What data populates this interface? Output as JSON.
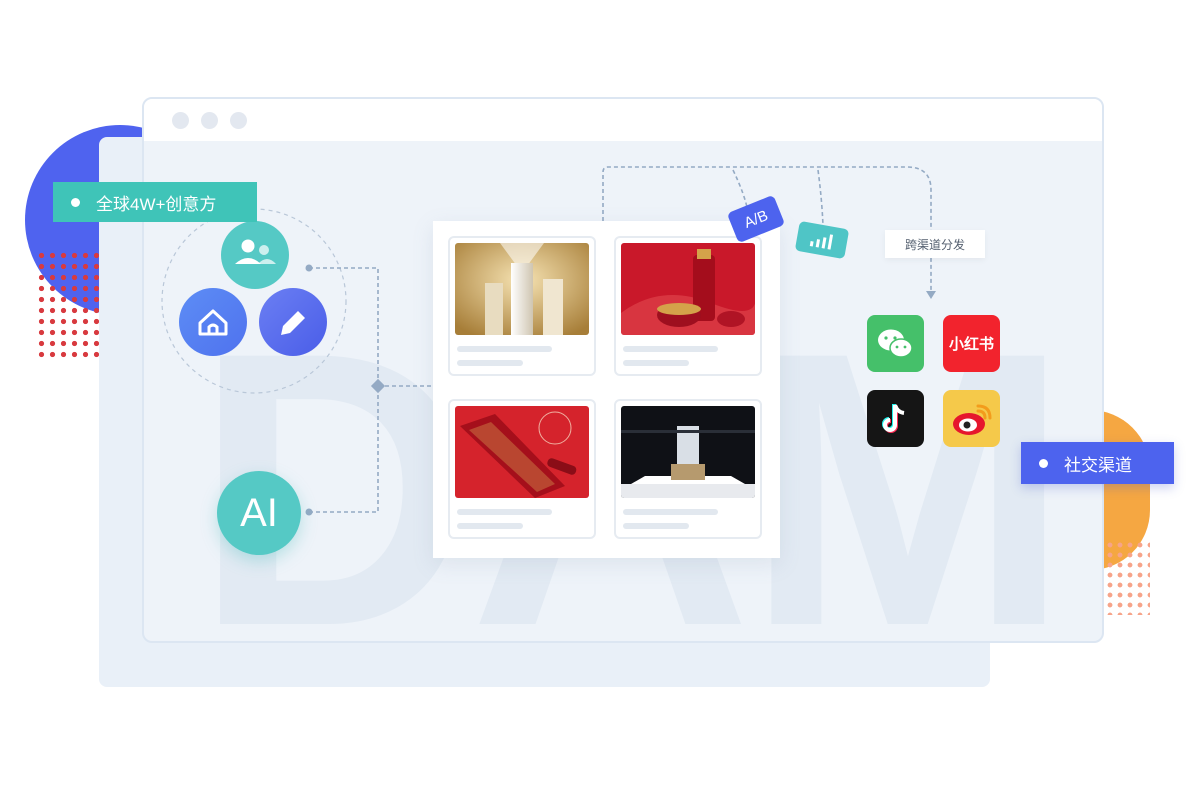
{
  "tags": {
    "global_creators": "全球4W+创意方",
    "social_channels": "社交渠道"
  },
  "watermark": "DAM",
  "center_circle": "AI",
  "badges": {
    "ab_test": "A/B"
  },
  "distribution_label": "跨渠道分发",
  "apps": {
    "xiaohongshu": "小红书"
  },
  "colors": {
    "brand_blue": "#4d63ee",
    "teal": "#3fc4b8",
    "accent_orange": "#f5a742",
    "accent_red": "#d83a3f"
  },
  "icons": [
    "users-icon",
    "home-icon",
    "edit-pencil-icon",
    "chart-growth-icon",
    "wechat-icon",
    "douyin-icon",
    "weibo-icon"
  ]
}
